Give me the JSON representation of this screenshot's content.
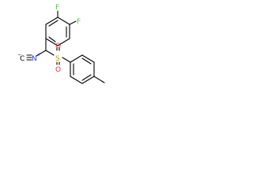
{
  "structure": {
    "atoms": {
      "f_top": {
        "symbol": "F",
        "color": "#5cb85c"
      },
      "f_right": {
        "symbol": "F",
        "color": "#5cb85c"
      },
      "n_isocyanide": {
        "symbol": "N",
        "color": "#1f3fff"
      },
      "n_charge": {
        "symbol": "+",
        "color": "#1f3fff"
      },
      "c_isocyanide": {
        "symbol": "C",
        "color": "#000000"
      },
      "c_charge": {
        "symbol": "−",
        "color": "#000000"
      },
      "s_sulfonyl": {
        "symbol": "S",
        "color": "#b8a000"
      },
      "o_upper": {
        "symbol": "O",
        "color": "#e8312a"
      },
      "o_lower": {
        "symbol": "O",
        "color": "#e8312a"
      }
    }
  }
}
